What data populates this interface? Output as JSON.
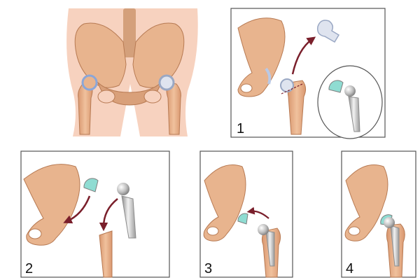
{
  "panels": [
    {
      "id": "overview",
      "label": ""
    },
    {
      "id": "step1",
      "label": "1"
    },
    {
      "id": "step2",
      "label": "2"
    },
    {
      "id": "step3",
      "label": "3"
    },
    {
      "id": "step4",
      "label": "4"
    }
  ],
  "colors": {
    "bone": "#e8b48e",
    "bone_shadow": "#c98a63",
    "bone_outline": "#b77a53",
    "skin": "#f7d2bf",
    "cartilage": "#b9c9e6",
    "cartilage_teal": "#8fdcd2",
    "metal": "#c8c8c8",
    "metal_dark": "#8c8c8c",
    "arrow": "#7a1f2b",
    "frame": "#555555",
    "spine": "#d4a07b"
  }
}
